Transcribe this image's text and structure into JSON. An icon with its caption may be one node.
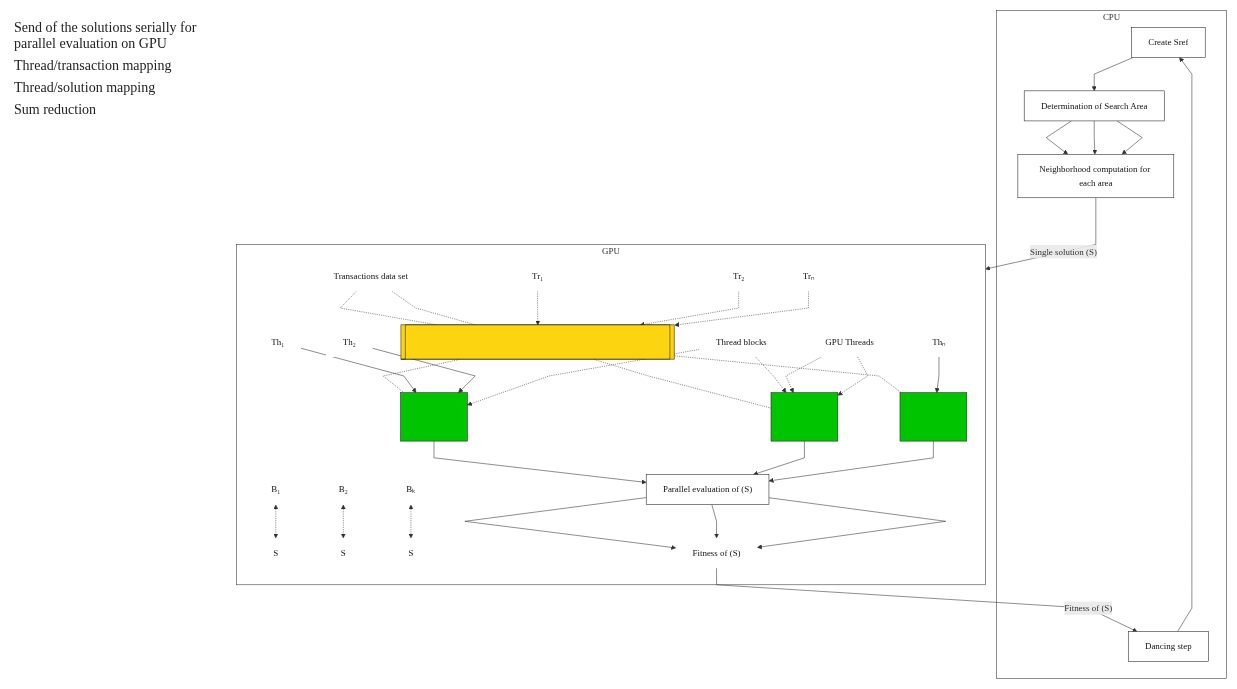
{
  "diagram": {
    "nodes": [
      {
        "text": [
          "CPU"
        ]
      },
      {
        "text": [
          "Create Sref"
        ],
        "in": 0
      },
      {
        "text": [
          "Determination of Search Area"
        ],
        "in": 0
      },
      {
        "text": [
          "Neighborhood computation for each area"
        ],
        "in": 0
      },
      {
        "text": [
          "Dancing step"
        ],
        "in": 0
      },
      {
        "text": [
          "GPU"
        ]
      },
      {
        "text": [
          "Transactions data set"
        ],
        "in": 5
      },
      {
        "text": [
          "Tr₁"
        ],
        "in": 5
      },
      {
        "text": [
          "Tr₂"
        ],
        "in": 5
      },
      {
        "text": [
          "Trₙ"
        ],
        "in": 5
      },
      {
        "text": [],
        "shape": "bar",
        "in": 5
      },
      {
        "text": [
          "Th₁"
        ],
        "in": 5
      },
      {
        "text": [
          "Th₂"
        ],
        "in": 5
      },
      {
        "text": [
          "Thₙ"
        ],
        "in": 5
      },
      {
        "text": [
          "B₁"
        ],
        "in": 5
      },
      {
        "text": [
          "S"
        ],
        "in": 5
      },
      {
        "text": [],
        "shape": "box",
        "in": 5
      },
      {
        "text": [],
        "shape": "box",
        "in": 5
      },
      {
        "text": [
          "B₂"
        ],
        "in": 5
      },
      {
        "text": [
          "S"
        ],
        "in": 5
      },
      {
        "text": [
          "Bₖ"
        ],
        "in": 5
      },
      {
        "text": [
          "S"
        ],
        "in": 5
      },
      {
        "text": [],
        "shape": "box",
        "in": 5
      },
      {
        "text": [
          "Thread blocks"
        ],
        "in": 5
      },
      {
        "text": [
          "GPU Threads"
        ],
        "in": 5
      },
      {
        "text": [
          "Parallel evaluation of (S)"
        ],
        "in": 5
      },
      {
        "text": [
          "Fitness of (S)"
        ],
        "in": 5
      }
    ],
    "edges": [
      {
        "from": 1,
        "to": 2,
        "arrow": "to"
      },
      {
        "from": 2,
        "to": 3,
        "arrow": "to"
      },
      {
        "from": 2,
        "to": 3,
        "arrow": "to"
      },
      {
        "from": 2,
        "to": 3,
        "arrow": "to"
      },
      {
        "from": 3,
        "to": 5,
        "arrow": "to",
        "label": "Single solution (S)"
      },
      {
        "from": 4,
        "to": 1,
        "arrow": "to"
      },
      {
        "from": 26,
        "to": 4,
        "arrow": "to",
        "label": "Fitness of (S)"
      },
      {
        "from": 6,
        "to": 10,
        "arrow": "none",
        "style": "dashed"
      },
      {
        "from": 6,
        "to": 10,
        "arrow": "none",
        "style": "dashed"
      },
      {
        "from": 7,
        "to": 10,
        "arrow": "to",
        "style": "dashed"
      },
      {
        "from": 8,
        "to": 10,
        "arrow": "to",
        "style": "dashed"
      },
      {
        "from": 9,
        "to": 10,
        "arrow": "to",
        "style": "dashed"
      },
      {
        "from": 10,
        "to": 16,
        "arrow": "none",
        "style": "dashed"
      },
      {
        "from": 10,
        "to": 17,
        "arrow": "none",
        "style": "dashed"
      },
      {
        "from": 10,
        "to": 22,
        "arrow": "none",
        "style": "dashed"
      },
      {
        "from": 11,
        "to": 16,
        "arrow": "to"
      },
      {
        "from": 12,
        "to": 16,
        "arrow": "to"
      },
      {
        "from": 13,
        "to": 22,
        "arrow": "to"
      },
      {
        "from": 14,
        "to": 15,
        "arrow": "both",
        "style": "dashed"
      },
      {
        "from": 18,
        "to": 19,
        "arrow": "both",
        "style": "dashed"
      },
      {
        "from": 20,
        "to": 21,
        "arrow": "both",
        "style": "dashed"
      },
      {
        "from": 23,
        "to": 16,
        "arrow": "to",
        "style": "dashed"
      },
      {
        "from": 23,
        "to": 17,
        "arrow": "to",
        "style": "dashed"
      },
      {
        "from": 24,
        "to": 17,
        "arrow": "to",
        "style": "dashed"
      },
      {
        "from": 24,
        "to": 17,
        "arrow": "to",
        "style": "dashed"
      },
      {
        "from": 16,
        "to": 25,
        "arrow": "to"
      },
      {
        "from": 17,
        "to": 25,
        "arrow": "to"
      },
      {
        "from": 22,
        "to": 25,
        "arrow": "to"
      },
      {
        "from": 25,
        "to": 26,
        "arrow": "to"
      },
      {
        "from": 25,
        "to": 26,
        "arrow": "to"
      },
      {
        "from": 25,
        "to": 26,
        "arrow": "to"
      }
    ],
    "labels": [
      "Send of the solutions serially for parallel evaluation on GPU",
      "Thread/transaction mapping",
      "Thread/solution mapping",
      "Sum reduction"
    ]
  }
}
